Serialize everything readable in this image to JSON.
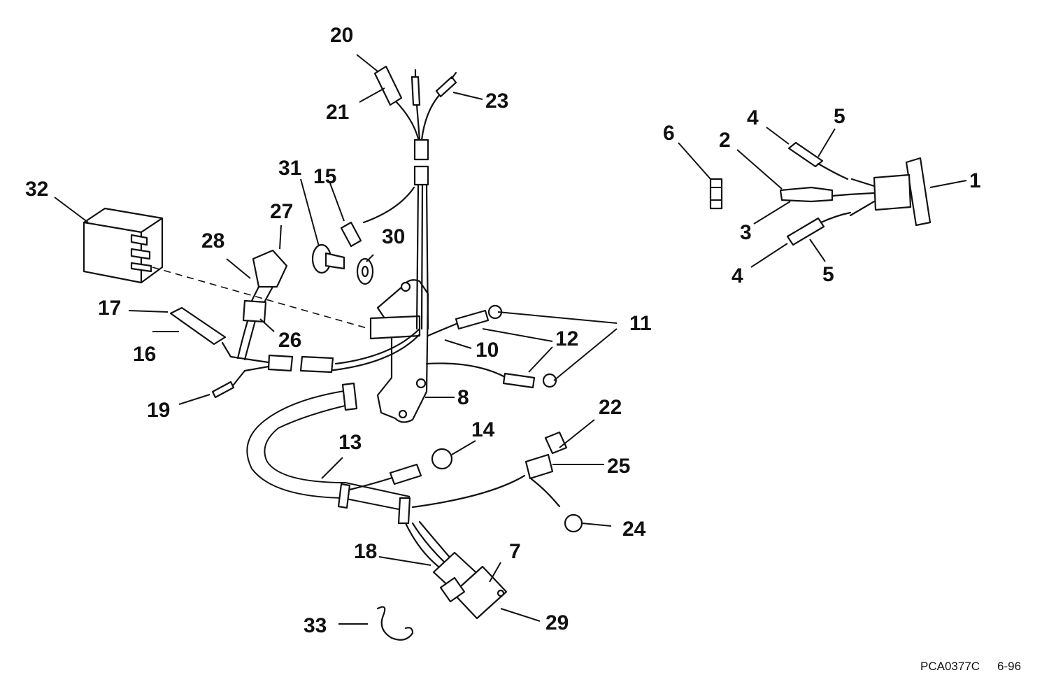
{
  "diagram": {
    "labels": [
      "1",
      "2",
      "3",
      "4",
      "4",
      "5",
      "5",
      "6",
      "7",
      "8",
      "10",
      "11",
      "12",
      "13",
      "14",
      "15",
      "16",
      "17",
      "18",
      "19",
      "20",
      "21",
      "22",
      "23",
      "24",
      "25",
      "26",
      "27",
      "28",
      "29",
      "30",
      "31",
      "32",
      "33"
    ],
    "footer": {
      "code": "PCA0377C",
      "date": "6-96"
    }
  }
}
